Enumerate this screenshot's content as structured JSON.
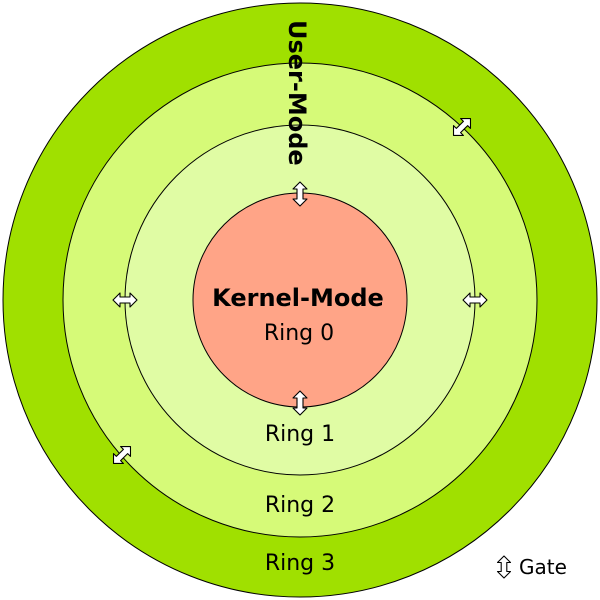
{
  "colors": {
    "ring3": "#a0e000",
    "ring2": "#d6fa78",
    "ring1": "#e0fca4",
    "ring0": "#ffa487",
    "stroke": "#000000"
  },
  "labels": {
    "user_mode": "User-Mode",
    "kernel_mode": "Kernel-Mode",
    "ring0": "Ring 0",
    "ring1": "Ring 1",
    "ring2": "Ring 2",
    "ring3": "Ring 3"
  },
  "legend": {
    "icon": "gate-arrow-icon",
    "label": "Gate"
  },
  "gate_icon": "double-arrow-icon"
}
